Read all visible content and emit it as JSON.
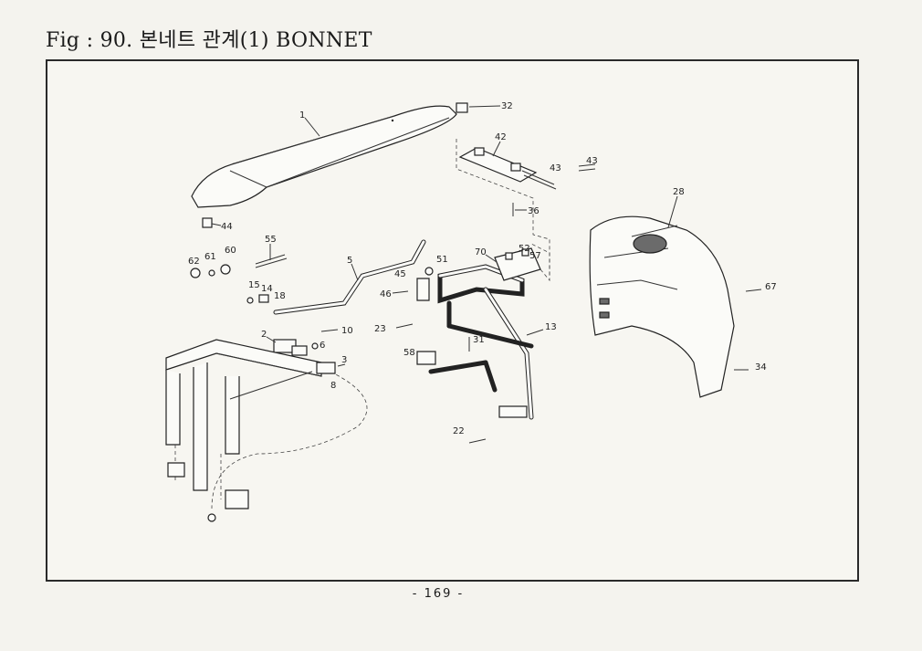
{
  "header": {
    "title": "Fig : 90. 본네트 관계(1) BONNET"
  },
  "diagram": {
    "callouts": [
      "1",
      "32",
      "42",
      "43",
      "43",
      "36",
      "28",
      "44",
      "62",
      "61",
      "60",
      "55",
      "5",
      "51",
      "70",
      "52",
      "57",
      "45",
      "46",
      "15",
      "14",
      "18",
      "2",
      "10",
      "6",
      "3",
      "8",
      "23",
      "31",
      "58",
      "13",
      "22",
      "67",
      "34"
    ]
  },
  "footer": {
    "page_number": "- 169 -"
  }
}
